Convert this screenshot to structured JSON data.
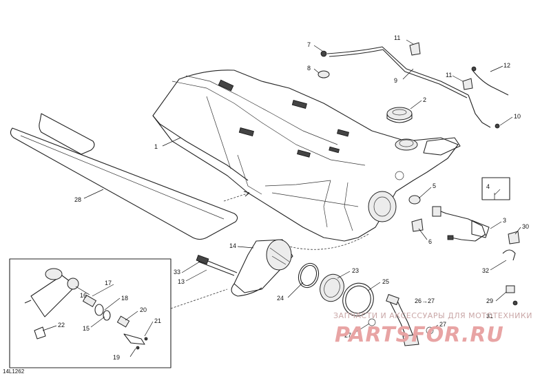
{
  "diagram": {
    "drawing_code": "14L1262",
    "callouts": [
      {
        "id": "c1",
        "text": "1"
      },
      {
        "id": "c2",
        "text": "2"
      },
      {
        "id": "c3",
        "text": "3"
      },
      {
        "id": "c4",
        "text": "4"
      },
      {
        "id": "c5",
        "text": "5"
      },
      {
        "id": "c6",
        "text": "6"
      },
      {
        "id": "c7",
        "text": "7"
      },
      {
        "id": "c8",
        "text": "8"
      },
      {
        "id": "c9",
        "text": "9"
      },
      {
        "id": "c10",
        "text": "10"
      },
      {
        "id": "c11a",
        "text": "11"
      },
      {
        "id": "c11b",
        "text": "11"
      },
      {
        "id": "c12",
        "text": "12"
      },
      {
        "id": "c13",
        "text": "13"
      },
      {
        "id": "c14",
        "text": "14"
      },
      {
        "id": "c15",
        "text": "15"
      },
      {
        "id": "c16",
        "text": "16"
      },
      {
        "id": "c17",
        "text": "17"
      },
      {
        "id": "c18",
        "text": "18"
      },
      {
        "id": "c19",
        "text": "19"
      },
      {
        "id": "c20",
        "text": "20"
      },
      {
        "id": "c21",
        "text": "21"
      },
      {
        "id": "c22",
        "text": "22"
      },
      {
        "id": "c23",
        "text": "23"
      },
      {
        "id": "c24",
        "text": "24"
      },
      {
        "id": "c25",
        "text": "25"
      },
      {
        "id": "c26",
        "text": "26→27"
      },
      {
        "id": "c27a",
        "text": "27"
      },
      {
        "id": "c27b",
        "text": "27"
      },
      {
        "id": "c28",
        "text": "28"
      },
      {
        "id": "c29",
        "text": "29"
      },
      {
        "id": "c30",
        "text": "30"
      },
      {
        "id": "c31",
        "text": "31"
      },
      {
        "id": "c32",
        "text": "32"
      },
      {
        "id": "c33",
        "text": "33"
      }
    ]
  },
  "watermark": {
    "tagline": "ЗАПЧАСТИ И АКСЕССУАРЫ ДЛЯ МОТОТЕХНИКИ",
    "brand": "PARTSFOR.RU"
  },
  "colors": {
    "line": "#222222",
    "watermark": "#e8a4a4"
  }
}
